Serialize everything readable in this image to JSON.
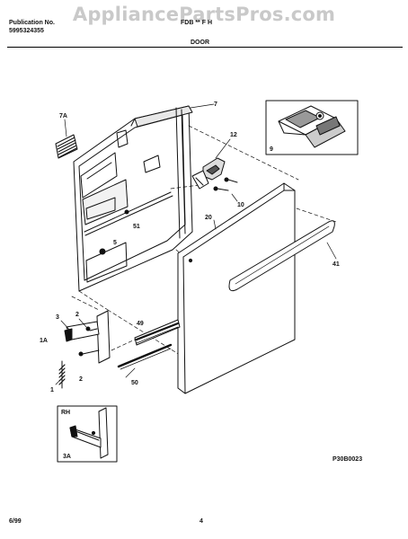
{
  "header": {
    "publication_label": "Publication No.",
    "publication_number": "5995324355",
    "model_text": "FDB ** F H",
    "section_title": "DOOR"
  },
  "watermark": "AppliancePartsPros.com",
  "callouts": {
    "c7A": "7A",
    "c7": "7",
    "c12": "12",
    "c9": "9",
    "c10": "10",
    "c20": "20",
    "c51": "51",
    "c5": "5",
    "c41": "41",
    "c3": "3",
    "c2a": "2",
    "c1A": "1A",
    "c49": "49",
    "c2b": "2",
    "c1": "1",
    "c50": "50",
    "cRH": "RH",
    "c3A": "3A"
  },
  "diagram_code": "P30B0023",
  "footer": {
    "date": "6/99",
    "page": "4"
  }
}
